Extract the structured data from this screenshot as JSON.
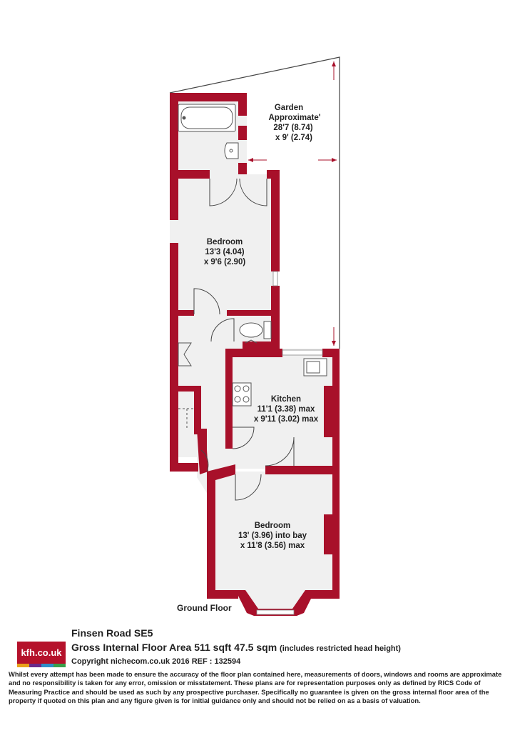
{
  "rooms": {
    "garden": {
      "name": "Garden",
      "line1": "Approximate'",
      "line2": "28'7 (8.74)",
      "line3": "x 9' (2.74)"
    },
    "bedroom_top": {
      "name": "Bedroom",
      "line1": "13'3 (4.04)",
      "line2": "x 9'6 (2.90)"
    },
    "kitchen": {
      "name": "Kitchen",
      "line1": "11'1 (3.38) max",
      "line2": "x 9'11 (3.02) max"
    },
    "bedroom_bottom": {
      "name": "Bedroom",
      "line1": "13' (3.96) into bay",
      "line2": "x 11'8 (3.56) max"
    }
  },
  "floor_label": "Ground Floor",
  "footer": {
    "logo_text": "kfh.co.uk",
    "address": "Finsen Road  SE5",
    "area_text": "Gross Internal Floor Area 511 sqft 47.5 sqm",
    "area_note": "(includes restricted head height)",
    "copyright": "Copyright nichecom.co.uk 2016 REF : 132594",
    "disclaimer": "Whilst every attempt has been made to ensure the accuracy of the floor plan contained here, measurements of doors, windows and rooms are approximate and no responsibility is taken for any error, omission or misstatement.  These plans are for representation purposes only as defined by RICS Code of Measuring Practice and should be used as such by any prospective purchaser.  Specifically no guarantee is given on the gross internal floor area of the property if quoted on this plan and any figure given is for initial guidance only and should not be relied on as a basis of valuation."
  },
  "colors": {
    "wall": "#a8102a",
    "floor": "#f0f0f0",
    "logo_stripes": [
      "#e8a21b",
      "#6a2a8a",
      "#2f8fc8",
      "#3aa04a"
    ]
  }
}
